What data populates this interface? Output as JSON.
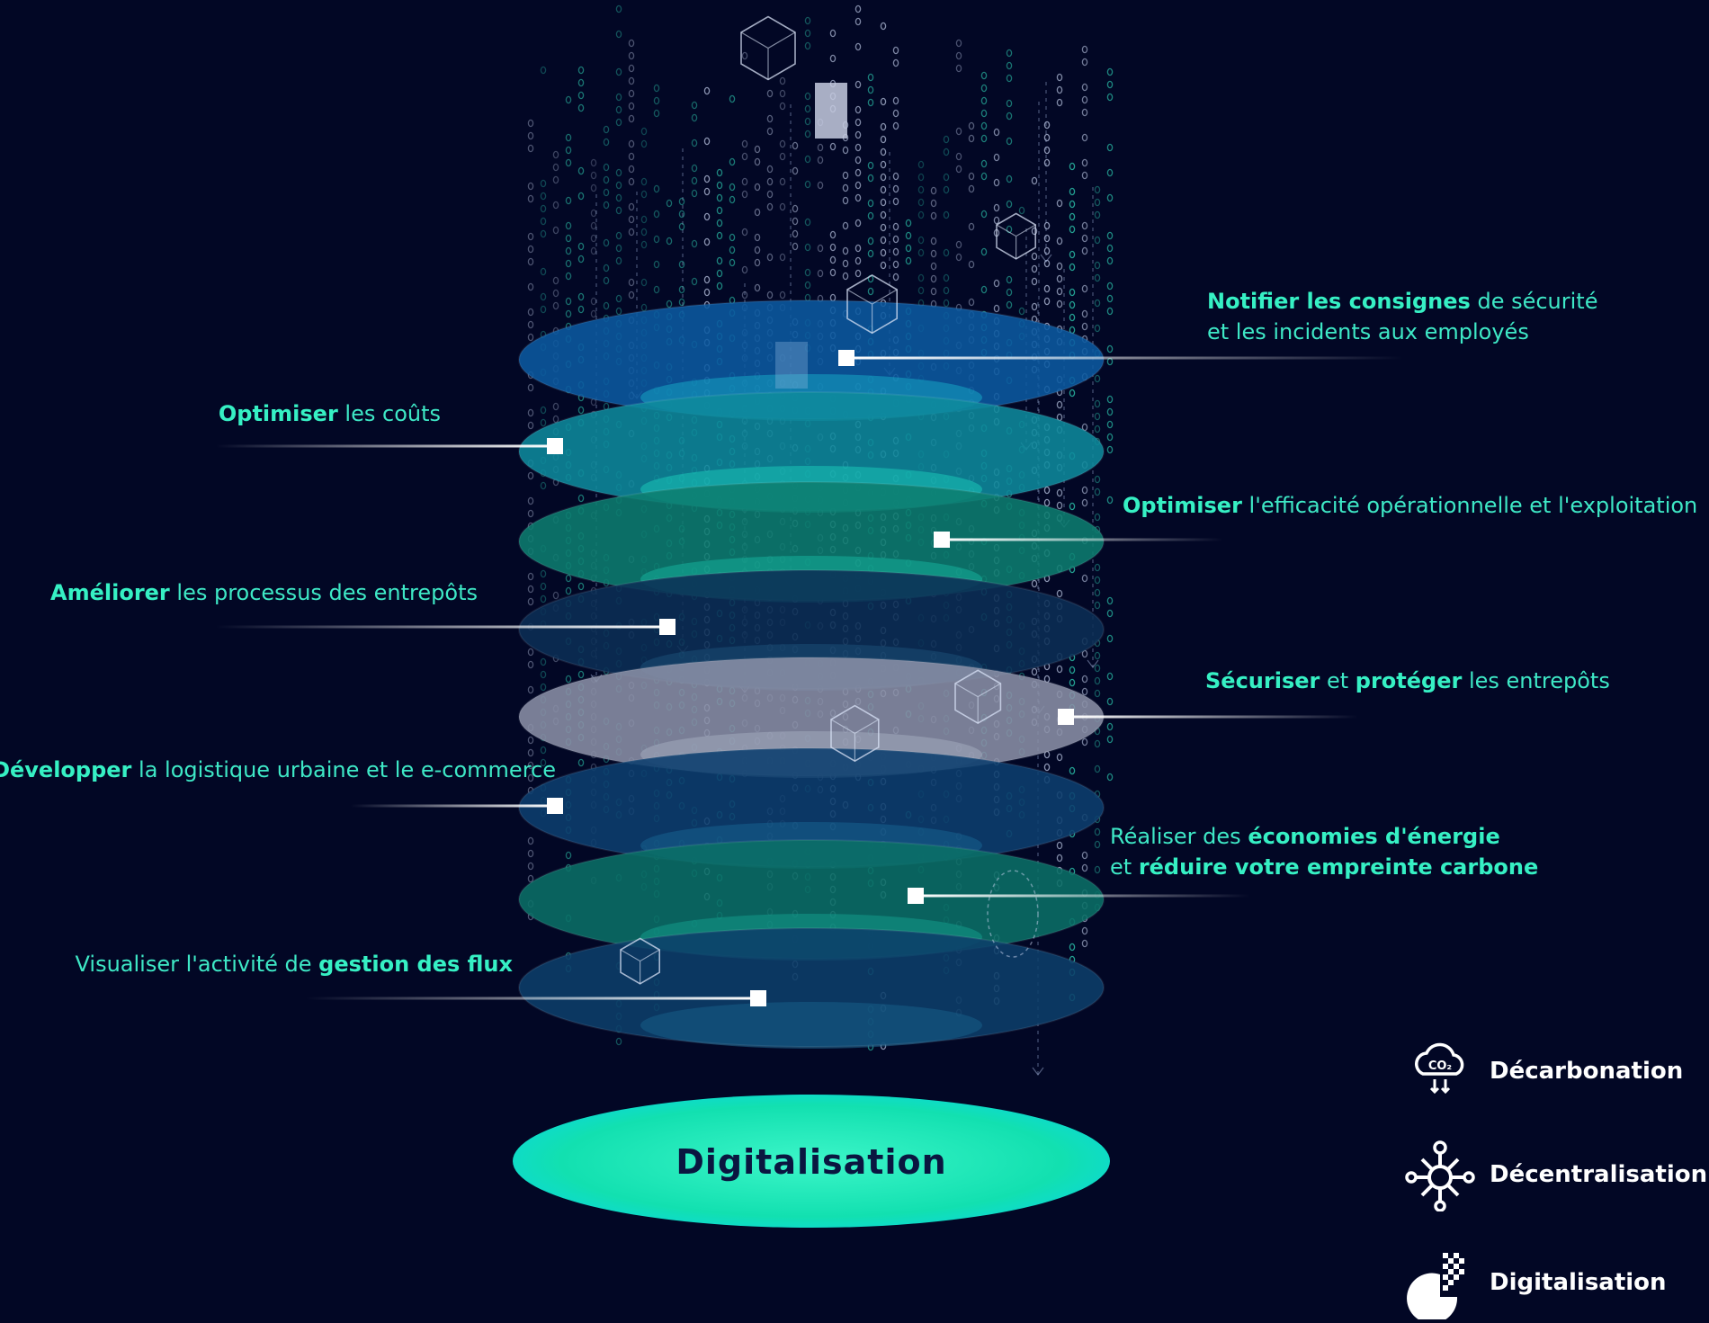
{
  "center_label": "Digitalisation",
  "callouts": [
    {
      "id": "notifier",
      "parts": [
        {
          "t": "Notifier les consignes",
          "b": true
        },
        {
          "t": " de sécurité",
          "b": false
        }
      ],
      "line2": [
        {
          "t": "et les incidents aux employés",
          "b": false
        }
      ]
    },
    {
      "id": "optimiser-couts",
      "parts": [
        {
          "t": "Optimiser",
          "b": true
        },
        {
          "t": " les coûts",
          "b": false
        }
      ]
    },
    {
      "id": "optimiser-efficacite",
      "parts": [
        {
          "t": "Optimiser",
          "b": true
        },
        {
          "t": " l'efficacité opérationnelle et l'exploitation",
          "b": false
        }
      ]
    },
    {
      "id": "ameliorer",
      "parts": [
        {
          "t": "Améliorer",
          "b": true
        },
        {
          "t": " les processus des entrepôts",
          "b": false
        }
      ]
    },
    {
      "id": "securiser",
      "parts": [
        {
          "t": "Sécuriser",
          "b": true
        },
        {
          "t": " et ",
          "b": false
        },
        {
          "t": "protéger",
          "b": true
        },
        {
          "t": " les entrepôts",
          "b": false
        }
      ]
    },
    {
      "id": "developper",
      "parts": [
        {
          "t": "Développer",
          "b": true
        },
        {
          "t": " la logistique urbaine et le e-commerce",
          "b": false
        }
      ]
    },
    {
      "id": "energie",
      "parts": [
        {
          "t": "Réaliser des ",
          "b": false
        },
        {
          "t": "économies d'énergie",
          "b": true
        }
      ],
      "line2": [
        {
          "t": "et ",
          "b": false
        },
        {
          "t": "réduire votre empreinte carbone",
          "b": true
        }
      ]
    },
    {
      "id": "visualiser",
      "parts": [
        {
          "t": "Visualiser l'activité de ",
          "b": false
        },
        {
          "t": "gestion des flux",
          "b": true
        }
      ]
    }
  ],
  "legend": [
    {
      "label": "Décarbonation",
      "icon": "cloud-co2-icon"
    },
    {
      "label": "Décentralisation",
      "icon": "network-node-icon"
    },
    {
      "label": "Digitalisation",
      "icon": "digital-circle-icon"
    }
  ],
  "colors": {
    "background": "#020725",
    "accent": "#36f0c4",
    "disc_blue": "#0a5aa0",
    "disc_teal": "#0f8a8a",
    "disc_green": "#0d7a6e",
    "disc_navy": "#0d2f55",
    "disc_grey": "#8a8fa6",
    "base_gradient_start": "#15e8a8",
    "base_gradient_end": "#0ad7e0"
  }
}
